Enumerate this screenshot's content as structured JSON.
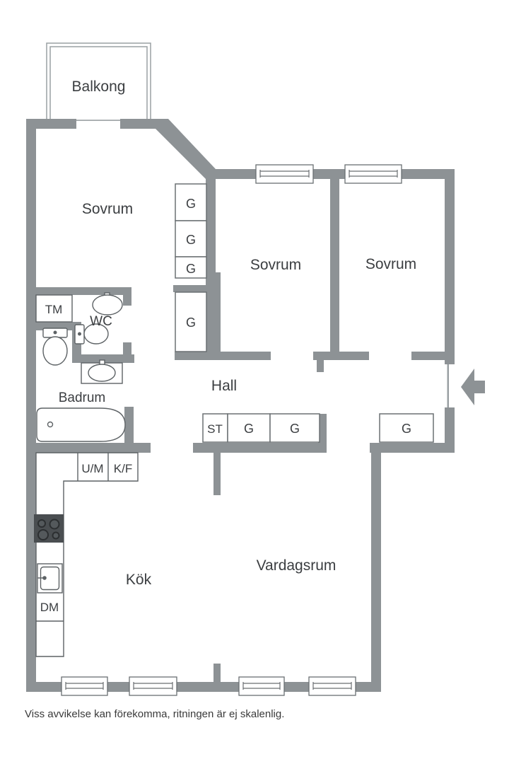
{
  "floor_plan": {
    "labels": {
      "balkong": "Balkong",
      "sovrum": "Sovrum",
      "hall": "Hall",
      "badrum": "Badrum",
      "wc": "WC",
      "tm": "TM",
      "kok": "Kök",
      "vardagsrum": "Vardagsrum",
      "dm": "DM",
      "um": "U/M",
      "kf": "K/F",
      "g": "G",
      "st": "ST"
    },
    "footer": {
      "disclaimer": "Viss avvikelse kan förekomma, ritningen är ej skalenlig."
    },
    "colors": {
      "wall": "#8d9295",
      "wall_thin_line": "#9aa0a3",
      "closet_outline": "#6b7073",
      "fixture_outline": "#5d6265",
      "stove_fill": "#4a4e51",
      "label_text": "#3b3e41",
      "footer_text": "#3a3a3a",
      "background": "#ffffff"
    }
  }
}
